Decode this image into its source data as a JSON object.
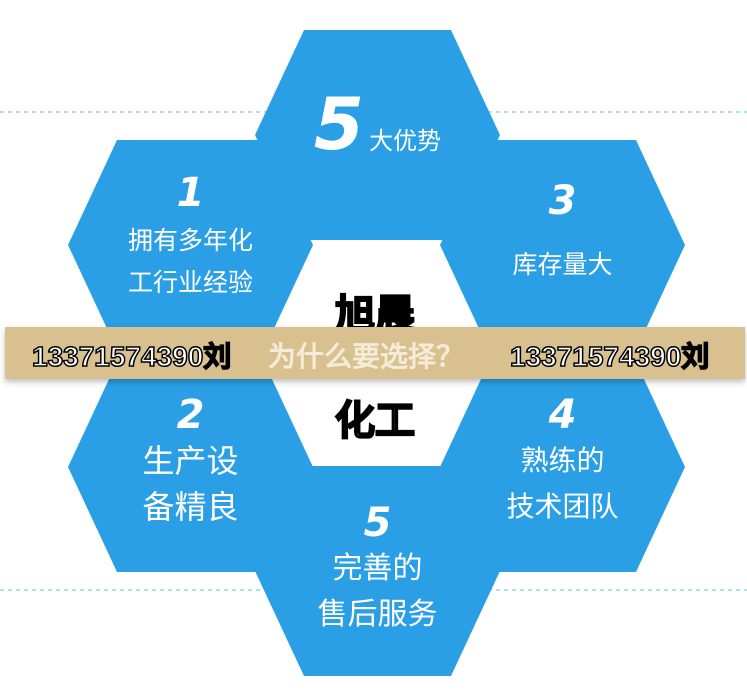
{
  "colors": {
    "hexagon": "#2b9fe6",
    "banner": "#d8c18f",
    "dashed_line": "#8fd8e8"
  },
  "top": {
    "number": "5",
    "label": "大优势"
  },
  "hexagons": [
    {
      "number": "1",
      "lines": [
        "拥有多年化",
        "工行业经验"
      ]
    },
    {
      "number": "3",
      "lines": [
        "库存量大"
      ]
    },
    {
      "number": "2",
      "lines": [
        "生产设",
        "备精良"
      ]
    },
    {
      "number": "4",
      "lines": [
        "熟练的",
        "技术团队"
      ]
    },
    {
      "number": "5",
      "lines": [
        "完善的",
        "售后服务"
      ]
    }
  ],
  "center": {
    "line1": "旭晨",
    "line2": "化工"
  },
  "banner": {
    "phone_left": "13371574390刘",
    "question": "为什么要选择？",
    "phone_right": "13371574390刘"
  }
}
